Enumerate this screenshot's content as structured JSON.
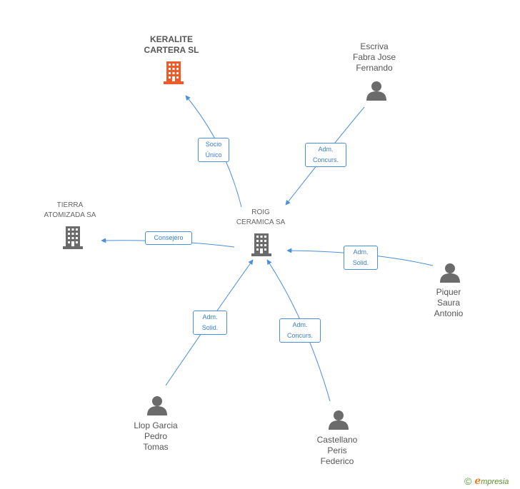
{
  "nodes": {
    "keralite": {
      "label": "KERALITE\nCARTERA SL",
      "kind": "company",
      "color": "#f05a28"
    },
    "tierra": {
      "label": "TIERRA\nATOMIZADA SA",
      "kind": "company",
      "color": "#6b6b6b"
    },
    "roig": {
      "label": "ROIG\nCERAMICA SA",
      "kind": "company",
      "color": "#6b6b6b"
    },
    "escriva": {
      "label": "Escriva\nFabra Jose\nFernando",
      "kind": "person",
      "color": "#6b6b6b"
    },
    "piquer": {
      "label": "Piquer\nSaura\nAntonio",
      "kind": "person",
      "color": "#6b6b6b"
    },
    "llop": {
      "label": "Llop Garcia\nPedro\nTomas",
      "kind": "person",
      "color": "#6b6b6b"
    },
    "castellano": {
      "label": "Castellano\nPeris\nFederico",
      "kind": "person",
      "color": "#6b6b6b"
    }
  },
  "edges": {
    "socio": "Socio\nÚnico",
    "consejero": "Consejero",
    "escriva": "Adm.\nConcurs.",
    "piquer": "Adm.\nSolid.",
    "llop": "Adm.\nSolid.",
    "castellano": "Adm.\nConcurs."
  },
  "colors": {
    "edge": "#4a8fd9",
    "accent": "#f05a28",
    "brand": "#5aa03c"
  },
  "footer": {
    "copyright": "©",
    "brand_initial": "e",
    "brand_rest": "mpresia"
  }
}
